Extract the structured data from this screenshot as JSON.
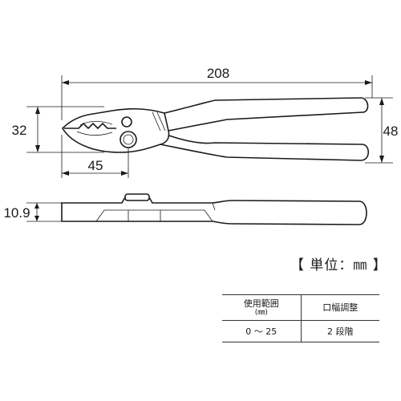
{
  "dimensions": {
    "overall_length": "208",
    "jaw_height": "32",
    "handle_height": "48",
    "jaw_length": "45",
    "thickness": "10.9"
  },
  "unit_label": "【 単位：㎜ 】",
  "spec_table": {
    "headers": [
      {
        "line1": "使用範囲",
        "line2": "(㎜)"
      },
      {
        "line1": "口幅調整",
        "line2": ""
      }
    ],
    "rows": [
      [
        "0 ～ 25",
        "2 段階"
      ]
    ]
  }
}
